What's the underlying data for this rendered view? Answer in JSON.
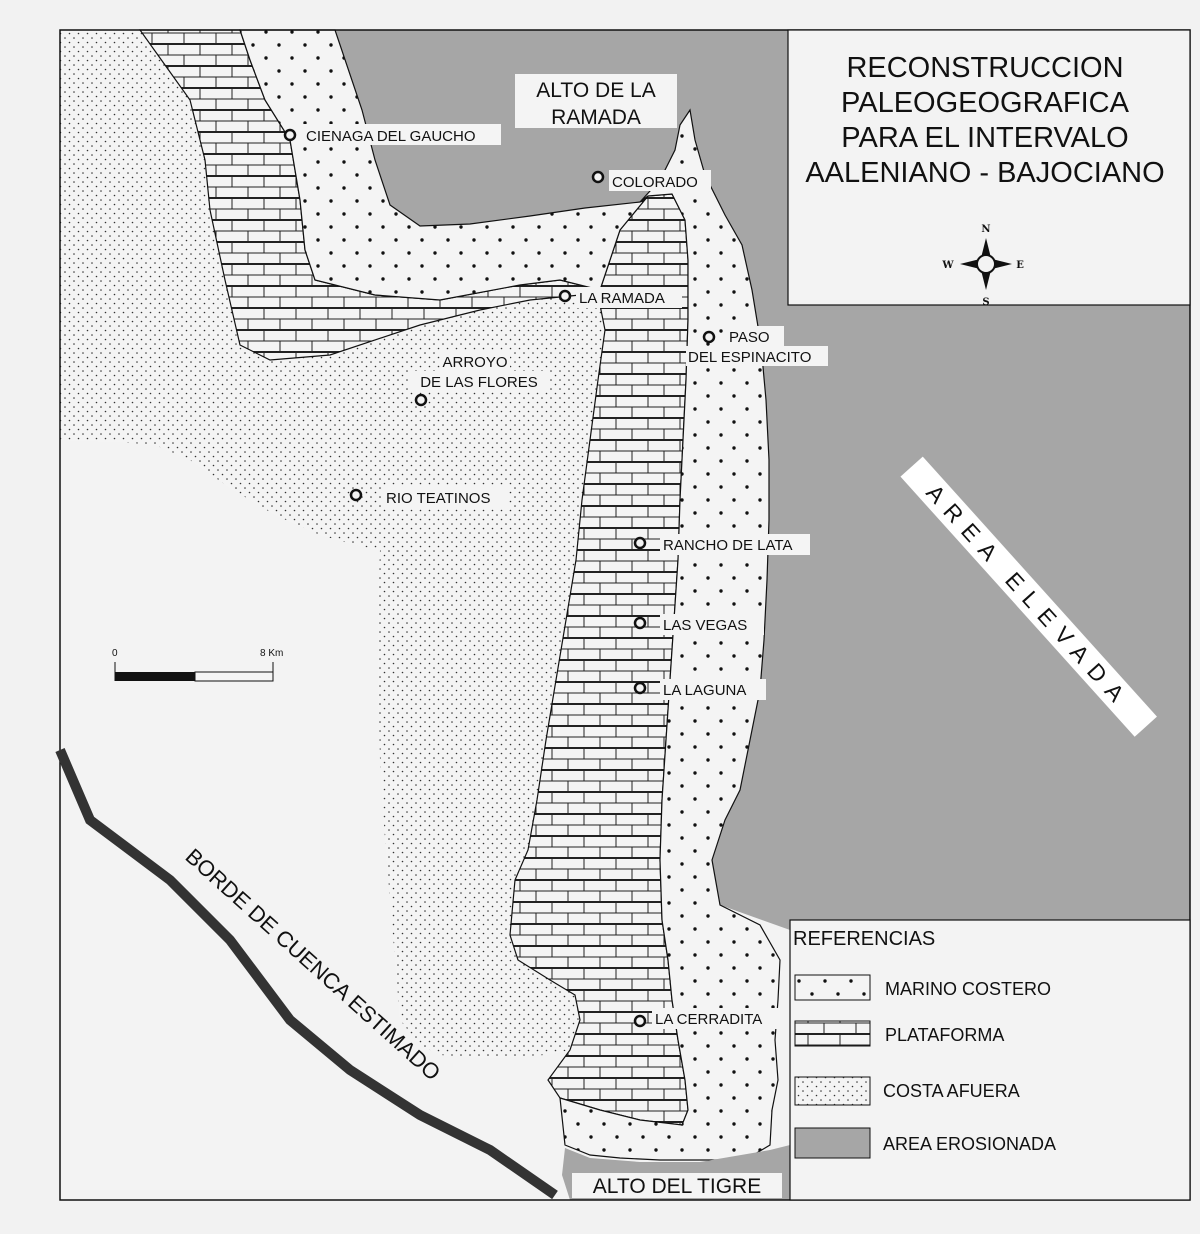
{
  "title": {
    "lines": [
      "RECONSTRUCCION",
      "PALEOGEOGRAFICA",
      "PARA EL INTERVALO",
      "AALENIANO - BAJOCIANO"
    ]
  },
  "compass": {
    "north": "N",
    "south": "S",
    "east": "E",
    "west": "W"
  },
  "regions": {
    "alto_ramada": [
      "ALTO DE LA",
      "RAMADA"
    ],
    "alto_tigre": "ALTO DEL TIGRE",
    "area_elevada": "AREA ELEVADA",
    "borde_cuenca": "BORDE DE CUENCA ESTIMADO"
  },
  "localities": {
    "cienaga": "CIENAGA DEL GAUCHO",
    "colorado": "COLORADO",
    "la_ramada": "LA RAMADA",
    "paso_espinacito": [
      "PASO",
      "DEL ESPINACITO"
    ],
    "arroyo_flores": [
      "ARROYO",
      "DE LAS FLORES"
    ],
    "rio_teatinos": "RIO TEATINOS",
    "rancho_lata": "RANCHO DE LATA",
    "las_vegas": "LAS VEGAS",
    "la_laguna": "LA LAGUNA",
    "la_cerradita": "LA CERRADITA"
  },
  "scale": {
    "start": "0",
    "end": "8 Km"
  },
  "legend": {
    "title": "REFERENCIAS",
    "items": {
      "marino": "MARINO COSTERO",
      "plataforma": "PLATAFORMA",
      "costa": "COSTA AFUERA",
      "erosionada": "AREA EROSIONADA"
    }
  },
  "colors": {
    "erosion_gray": "#a6a6a6",
    "background": "#f2f2f2",
    "line": "#111111"
  }
}
